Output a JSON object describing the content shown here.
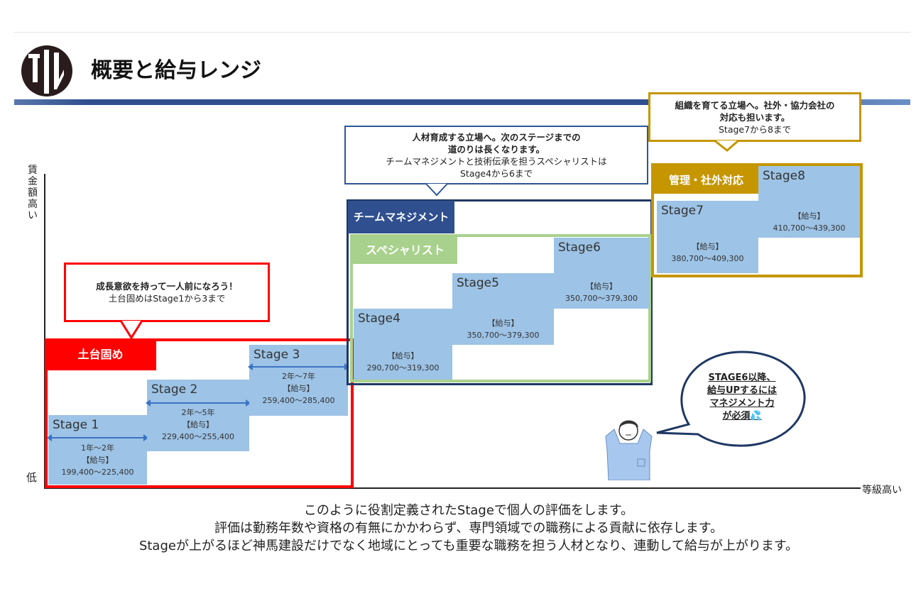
{
  "header": {
    "title": "概要と給与レンジ",
    "logo_text": "JIN"
  },
  "axes": {
    "y_label": "賃金額高い",
    "y_low": "低",
    "x_label": "等級高い"
  },
  "groups": {
    "foundation": {
      "label": "土台固め",
      "callout_title": "成長意欲を持って一人前になろう！",
      "callout_text": "土台固めはStage1から3まで",
      "color": "#ff0000"
    },
    "management": {
      "label": "チームマネジメント",
      "color": "#1f3864"
    },
    "specialist": {
      "label": "スペシャリスト",
      "color": "#a9d18e",
      "callout_title_1": "人材育成する立場へ。次のステージまでの",
      "callout_title_2": "道のりは長くなります。",
      "callout_text_1": "チームマネジメントと技術伝承を担うスペシャリストは",
      "callout_text_2": "Stage4から6まで"
    },
    "executive": {
      "label": "管理・社外対応",
      "color": "#c59600",
      "callout_title_1": "組織を育てる立場へ。社外・協力会社の",
      "callout_title_2": "対応も担います。",
      "callout_text": "Stage7から8まで"
    }
  },
  "salary_label": "【給与】",
  "stages": [
    {
      "name": "Stage 1",
      "years": "1年～2年",
      "salary": "199,400～225,400"
    },
    {
      "name": "Stage 2",
      "years": "2年～5年",
      "salary": "229,400～255,400"
    },
    {
      "name": "Stage 3",
      "years": "2年～7年",
      "salary": "259,400～285,400"
    },
    {
      "name": "Stage4",
      "salary": "290,700～319,300"
    },
    {
      "name": "Stage5",
      "salary": "350,700～379,300"
    },
    {
      "name": "Stage6",
      "salary": "350,700～379,300"
    },
    {
      "name": "Stage7",
      "salary": "380,700～409,300"
    },
    {
      "name": "Stage8",
      "salary": "410,700～439,300"
    }
  ],
  "bubble": {
    "line1": "STAGE6以降、",
    "line2": "給与UPするには",
    "line3": "マネジメント力",
    "line4": "が必須"
  },
  "footer": [
    "このように役割定義されたStageで個人の評価をします。",
    "評価は勤務年数や資格の有無にかかわらず、専門領域での職務による貢献に依存します。",
    "Stageが上がるほど神馬建設だけでなく地域にとっても重要な職務を担う人材となり、連動して給与が上がります。"
  ]
}
